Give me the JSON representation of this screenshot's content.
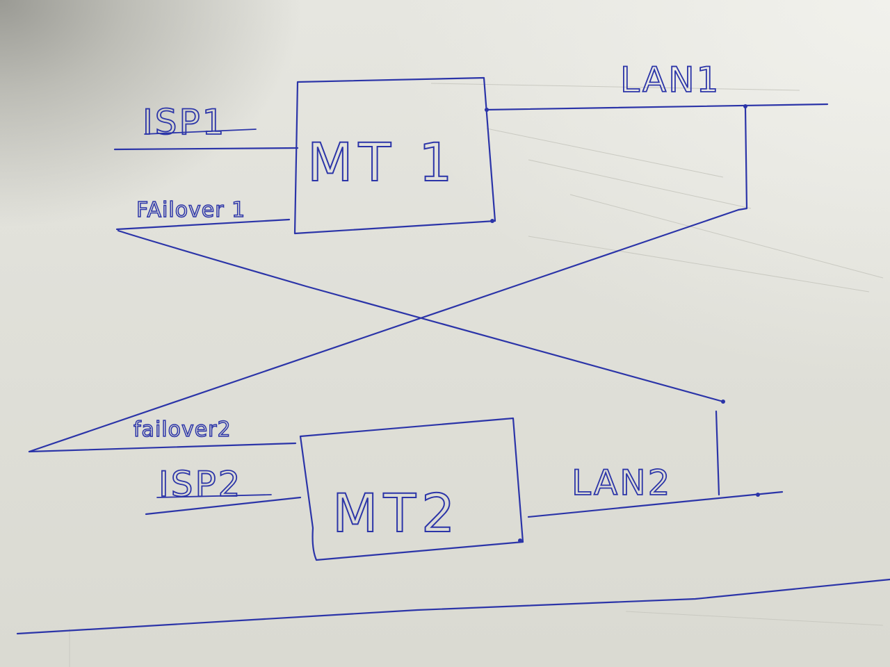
{
  "nodes": {
    "mt1": {
      "label": "MT 1"
    },
    "mt2": {
      "label": "MT2"
    }
  },
  "labels": {
    "isp1": "ISP1",
    "isp2": "ISP2",
    "lan1": "LAN1",
    "lan2": "LAN2",
    "failover1": "FAilover 1",
    "failover2": "failover2"
  },
  "colors": {
    "ink": "#2b34a8",
    "paper": "#e0e0d9"
  }
}
